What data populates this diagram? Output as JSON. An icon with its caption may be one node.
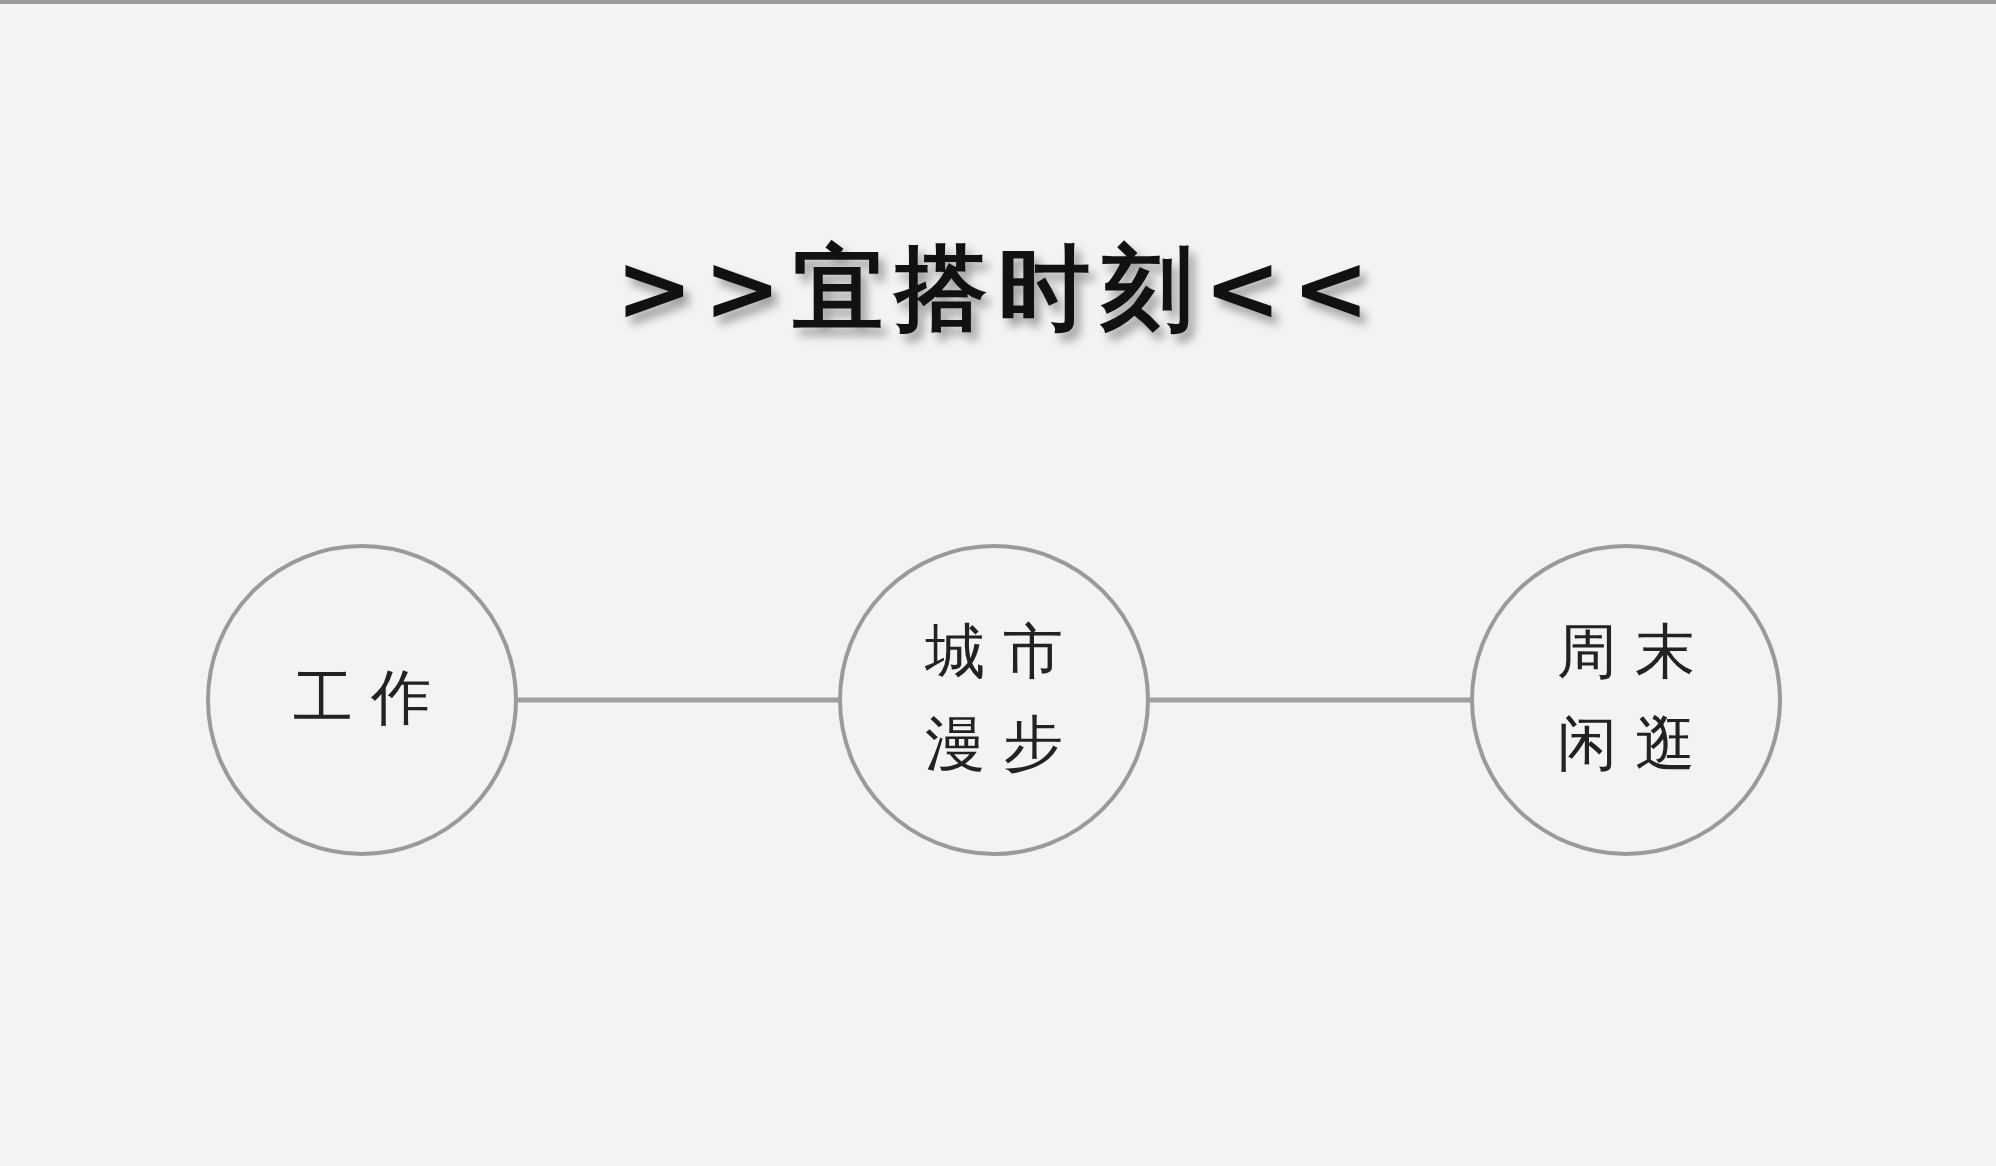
{
  "diagram": {
    "title": ">>宜搭时刻<<",
    "nodes": [
      {
        "text": [
          "工作"
        ]
      },
      {
        "text": [
          "城市漫步"
        ]
      },
      {
        "text": [
          "周末闲逛"
        ]
      }
    ],
    "edges": [
      {
        "from": 0,
        "to": 1,
        "arrow": "none"
      },
      {
        "from": 1,
        "to": 2,
        "arrow": "none"
      }
    ]
  }
}
